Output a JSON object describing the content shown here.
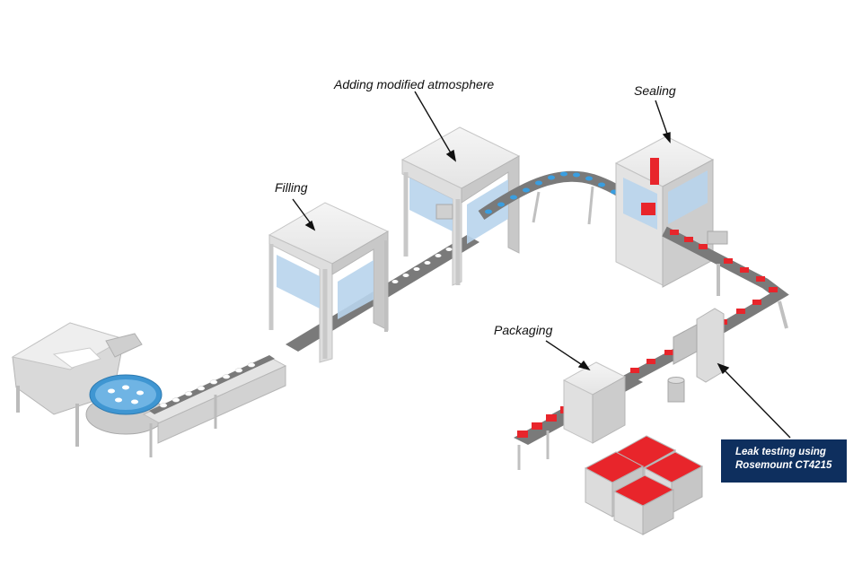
{
  "labels": {
    "filling": "Filling",
    "atmosphere": "Adding modified atmosphere",
    "sealing": "Sealing",
    "packaging": "Packaging"
  },
  "callout": {
    "line1": "Leak testing using",
    "line2": "Rosemount CT4215"
  },
  "colors": {
    "machine_light": "#f0f0f0",
    "machine_mid": "#d6d6d6",
    "machine_dark": "#b9b9b9",
    "glass": "#b8d4ec",
    "conveyor": "#7a7a7a",
    "cups": "#ffffff",
    "cups_filled": "#3a9ee0",
    "trays": "#e8252b",
    "callout_bg": "#0e2f5e"
  }
}
